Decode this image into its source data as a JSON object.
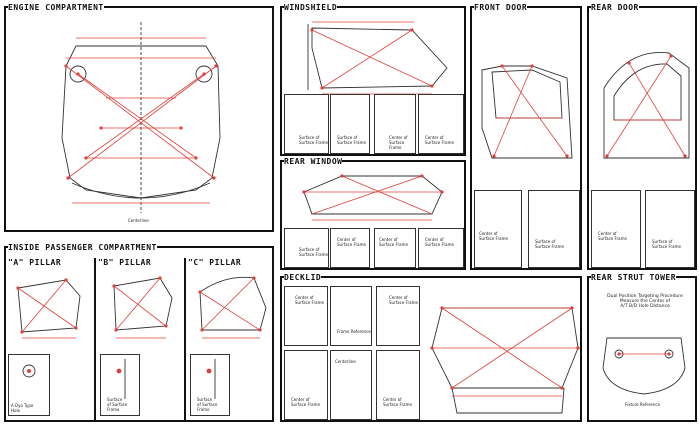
{
  "panels": {
    "engine": {
      "title": "ENGINE COMPARTMENT",
      "footer": "Centerline"
    },
    "windshield": {
      "title": "WINDSHIELD"
    },
    "front_door": {
      "title": "FRONT DOOR"
    },
    "rear_door": {
      "title": "REAR DOOR"
    },
    "inside": {
      "title": "INSIDE PASSENGER COMPARTMENT"
    },
    "a_pillar": {
      "title": "\"A\" PILLAR",
      "caption": "A  Dyo Type\nHole"
    },
    "b_pillar": {
      "title": "\"B\" PILLAR",
      "caption": "Surface\nof Surface\nFrame"
    },
    "c_pillar": {
      "title": "\"C\" PILLAR",
      "caption": "Surface\nof Surface\nFrame"
    },
    "rear_window": {
      "title": "REAR WINDOW"
    },
    "rear_strut_tower": {
      "title": "REAR STRUT TOWER",
      "note": "Dual Position Targeting Procedure\nMeasure the Center of\nA/T  B/D  Hole Distance",
      "footer": "Fixture Reference"
    },
    "decklid": {
      "title": "DECKLID",
      "center_label": "Centerline"
    }
  },
  "captions": {
    "surface_frame": "Surface of\nSurface Frame",
    "center_frame": "Center of\nSurface Frame",
    "frame_ref": "Frame Reference"
  },
  "colors": {
    "measure": "#e0403a",
    "line": "#333333",
    "border": "#111111"
  }
}
